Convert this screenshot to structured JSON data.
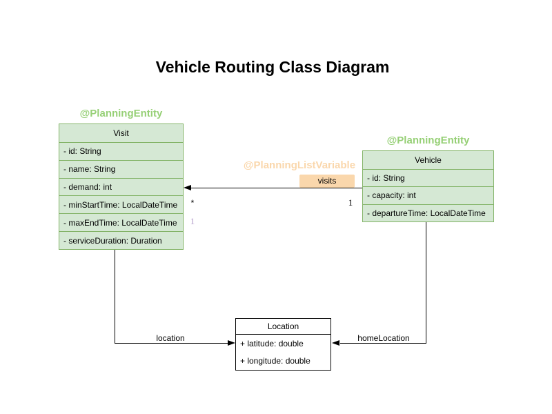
{
  "title": "Vehicle Routing Class Diagram",
  "colors": {
    "class_fill_green": "#d5e8d4",
    "class_border_green": "#82b366",
    "annotation_green": "#97d077",
    "annotation_peach": "#fad7ac",
    "multiplicity_purple": "#b39dca",
    "line_black": "#000000"
  },
  "classes": {
    "visit": {
      "annotation": "@PlanningEntity",
      "name": "Visit",
      "attributes": [
        "- id: String",
        "- name: String",
        "- demand: int",
        "- minStartTime: LocalDateTime",
        "- maxEndTime: LocalDateTime",
        "- serviceDuration: Duration"
      ]
    },
    "vehicle": {
      "annotation": "@PlanningEntity",
      "name": "Vehicle",
      "attributes": [
        "- id: String",
        "- capacity: int",
        "- departureTime: LocalDateTime"
      ]
    },
    "location": {
      "name": "Location",
      "attributes": [
        "+ latitude: double",
        "+ longitude: double"
      ]
    }
  },
  "associations": {
    "visits": {
      "annotation": "@PlanningListVariable",
      "label": "visits",
      "target_multiplicity": "*",
      "source_multiplicity": "1",
      "secondary_multiplicity": "1"
    },
    "location": {
      "label": "location"
    },
    "home_location": {
      "label": "homeLocation"
    }
  }
}
